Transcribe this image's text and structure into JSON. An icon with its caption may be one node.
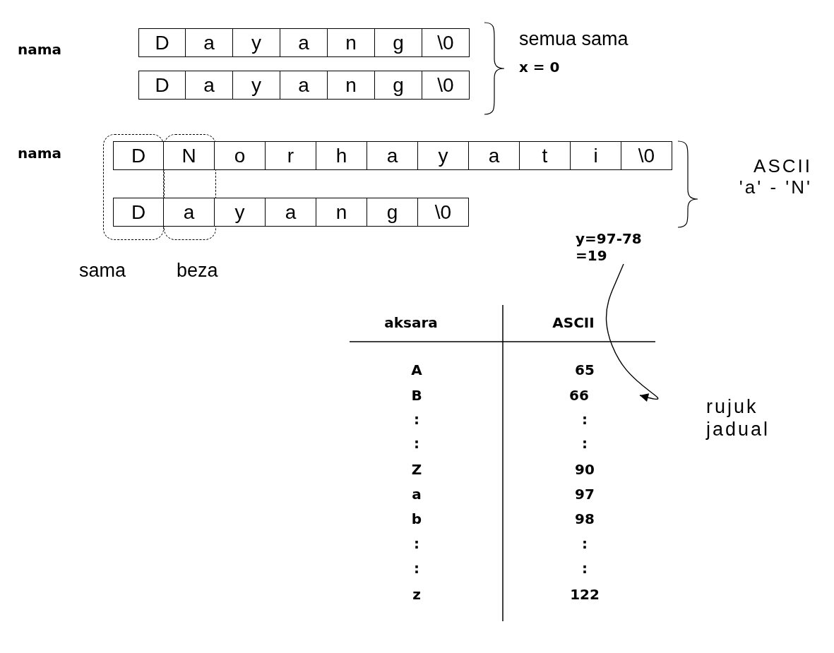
{
  "diagram": {
    "nodes": [
      {
        "text": [
          "D"
        ]
      },
      {
        "text": [
          "a"
        ]
      },
      {
        "text": [
          "y"
        ]
      },
      {
        "text": [
          "a"
        ]
      },
      {
        "text": [
          "n"
        ]
      },
      {
        "text": [
          "g"
        ]
      },
      {
        "text": [
          "\\0"
        ]
      },
      {
        "text": [
          "D"
        ]
      },
      {
        "text": [
          "a"
        ]
      },
      {
        "text": [
          "y"
        ]
      },
      {
        "text": [
          "a"
        ]
      },
      {
        "text": [
          "n"
        ]
      },
      {
        "text": [
          "g"
        ]
      },
      {
        "text": [
          "\\0"
        ]
      },
      {
        "text": [],
        "shape": "box",
        "beside": [
          "sama"
        ]
      },
      {
        "text": [],
        "shape": "box",
        "beside": [
          "beza"
        ]
      },
      {
        "text": [
          "D"
        ],
        "in": 14
      },
      {
        "text": [
          "N"
        ],
        "in": 15
      },
      {
        "text": [
          "o"
        ]
      },
      {
        "text": [
          "r"
        ]
      },
      {
        "text": [
          "h"
        ]
      },
      {
        "text": [
          "a"
        ]
      },
      {
        "text": [
          "y"
        ]
      },
      {
        "text": [
          "a"
        ]
      },
      {
        "text": [
          "t"
        ]
      },
      {
        "text": [
          "i"
        ]
      },
      {
        "text": [
          "\\0"
        ]
      },
      {
        "text": [
          "D"
        ],
        "in": 14
      },
      {
        "text": [
          "a"
        ],
        "in": 15
      },
      {
        "text": [
          "y"
        ]
      },
      {
        "text": [
          "a"
        ]
      },
      {
        "text": [
          "n"
        ]
      },
      {
        "text": [
          "g"
        ]
      },
      {
        "text": [
          "\\0"
        ]
      },
      {
        "text": [
          "y=97-78 =19"
        ]
      },
      {
        "text": [
          "66"
        ]
      }
    ],
    "edges": [
      {
        "from": 34,
        "to": 35,
        "arrow": "to"
      }
    ],
    "labels": [
      "nama",
      "semua sama",
      "x = 0",
      "nama",
      "ASCII 'a' - 'N'",
      "aksara",
      "ASCII",
      "A",
      "65",
      "B",
      "rujuk jadual",
      ":",
      ":",
      ":",
      ":",
      "Z",
      "90",
      "a",
      "97",
      "b",
      "98",
      ":",
      ":",
      ":",
      ":",
      "z",
      "122"
    ]
  }
}
